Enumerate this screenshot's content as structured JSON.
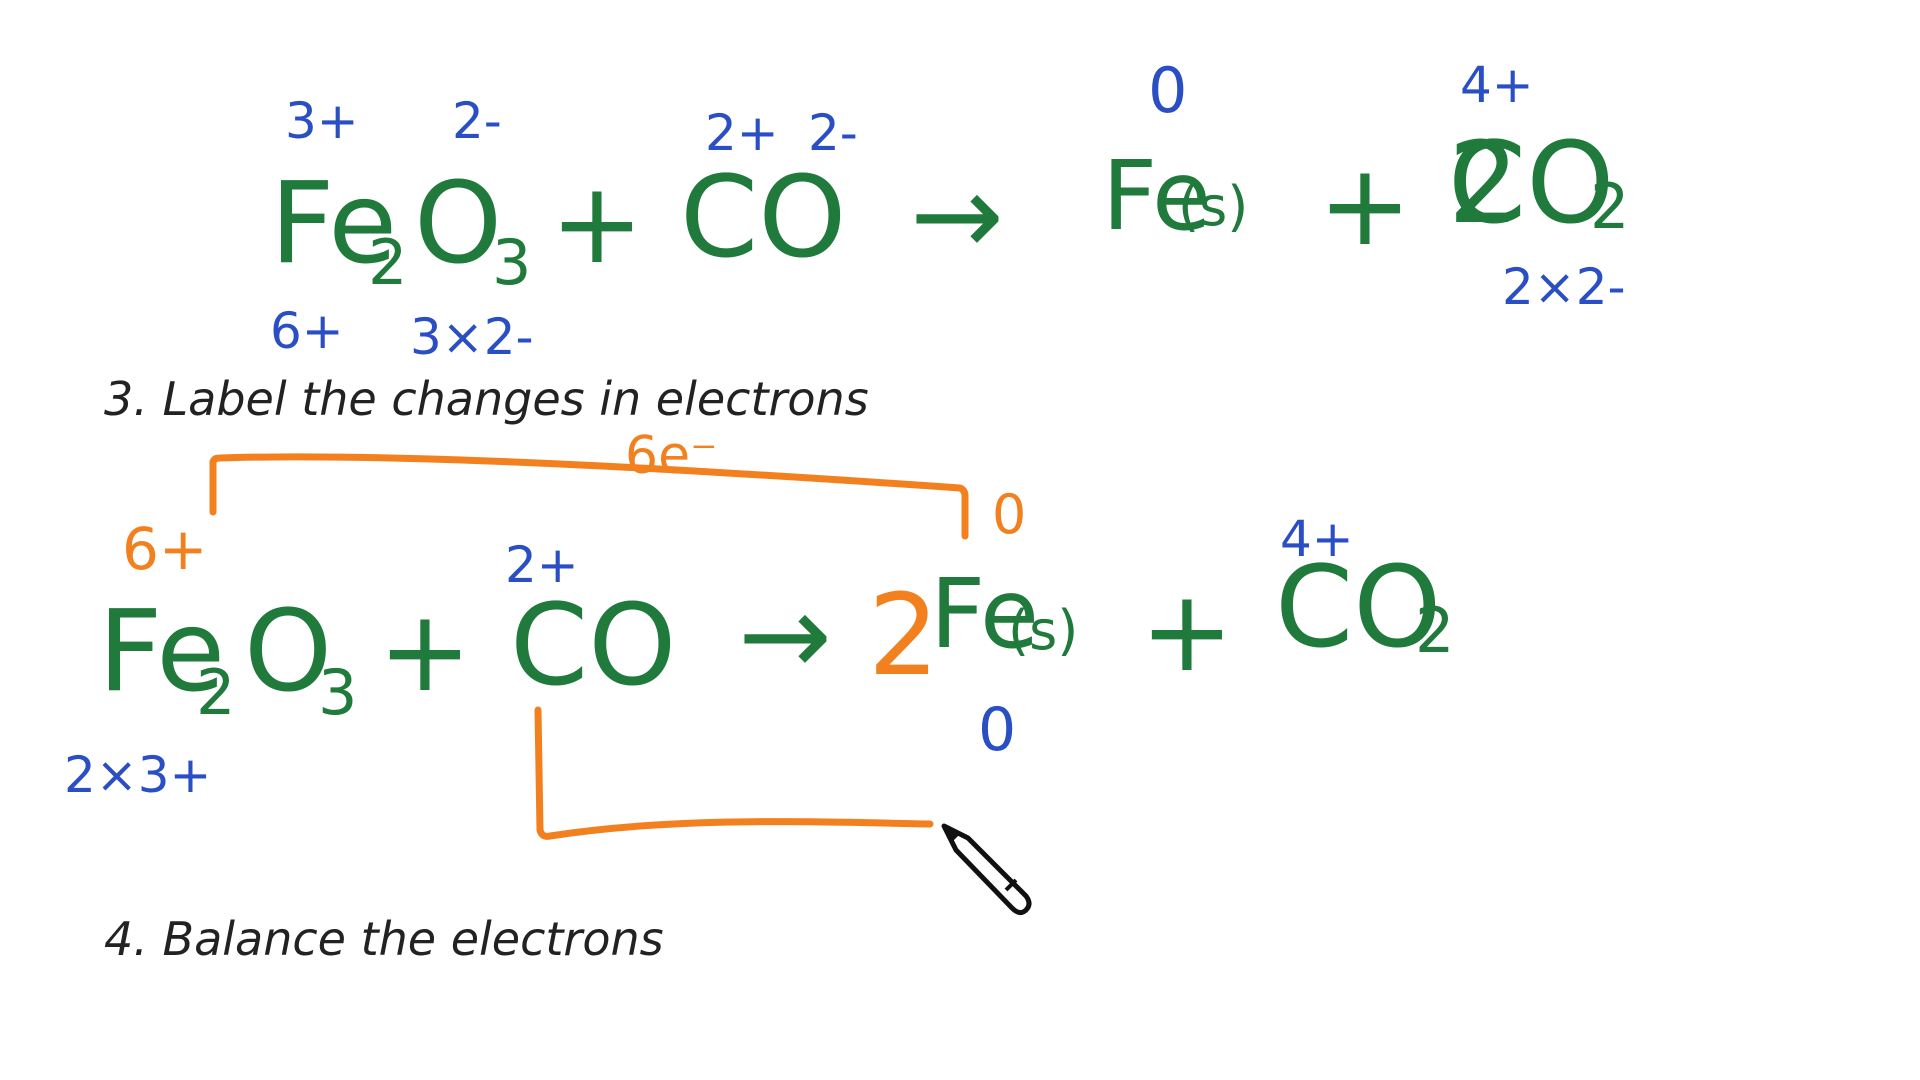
{
  "equation1": {
    "fe": "Fe",
    "fe_sub": "2",
    "o": "O",
    "o_sub": "3",
    "plus1": "+",
    "co": "CO",
    "arrow": "→",
    "fe_s": "Fe",
    "state": "(s)",
    "plus2": "+",
    "co2": "CO",
    "co2_sub": "2",
    "charges": {
      "fe_above": "3+",
      "o_above": "2-",
      "c_above": "2+",
      "co_o_above": "2-",
      "fe_s_above": "0",
      "co2_above": "4+",
      "fe_below": "6+",
      "o_below": "3×2-",
      "co2_below": "2×2-"
    }
  },
  "step3": "3.  Label the changes in electrons",
  "equation2": {
    "fe": "Fe",
    "fe_sub": "2",
    "o": "O",
    "o_sub": "3",
    "plus1": "+",
    "co": "CO",
    "arrow": "→",
    "coef": "2",
    "fe_s": "Fe",
    "state": "(s)",
    "plus2": "+",
    "co2": "CO",
    "co2_sub": "2",
    "charges": {
      "fe_above": "6+",
      "c_above": "2+",
      "fe_s_above": "0",
      "co2_above": "4+",
      "fe_below": "2×3+",
      "fe_s_below": "0"
    },
    "transfer_label": "6e⁻"
  },
  "step4": "4.  Balance the electrons",
  "colors": {
    "formula": "#1f7a3c",
    "charges": "#2a4fc4",
    "annotation": "#f2801f"
  },
  "icons": [
    "pen-cursor-icon"
  ]
}
